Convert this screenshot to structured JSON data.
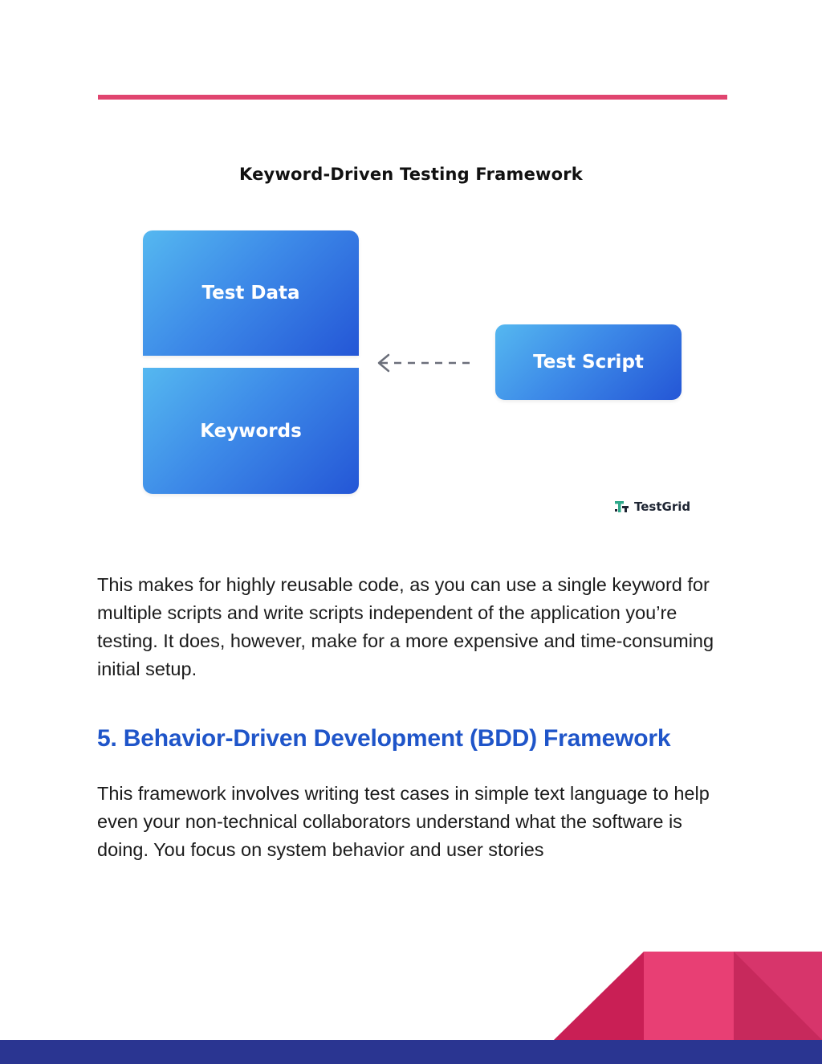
{
  "diagram": {
    "title": "Keyword-Driven Testing Framework",
    "boxes": {
      "test_data": "Test Data",
      "keywords": "Keywords",
      "test_script": "Test Script"
    },
    "logo_text": "TestGrid"
  },
  "paragraph_1": "This makes for highly reusable code, as you can use a single keyword for multiple scripts and write scripts independent of the application you’re testing. It does, however, make for a more expensive and time-consuming initial setup.",
  "section": {
    "heading": "5. Behavior-Driven Development (BDD) Framework",
    "paragraph": "This framework involves writing test cases in simple text language to help even your non-technical collaborators understand what the software is doing. You focus on system behavior and user stories"
  },
  "colors": {
    "accent_rule": "#e0456f",
    "heading_blue": "#1f55c9",
    "footer_navy": "#2a3591",
    "footer_pink": "#e83f74",
    "footer_crimson": "#c91f55"
  }
}
